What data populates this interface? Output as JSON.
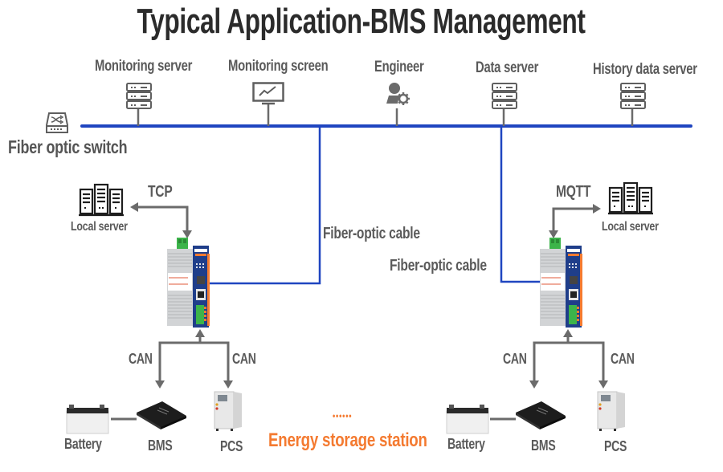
{
  "title": "Typical Application-BMS Management",
  "network": {
    "switch_label": "Fiber optic switch",
    "nodes": [
      {
        "label": "Monitoring server",
        "icon": "server-rack-icon"
      },
      {
        "label": "Monitoring screen",
        "icon": "monitor-chart-icon"
      },
      {
        "label": "Engineer",
        "icon": "engineer-gear-icon"
      },
      {
        "label": "Data server",
        "icon": "server-rack-icon"
      },
      {
        "label": "History data server",
        "icon": "server-rack-icon"
      }
    ],
    "bus_color": "#1f45c0"
  },
  "left_site": {
    "uplink_label": "Fiber-optic cable",
    "protocol": "TCP",
    "local_server_label": "Local server",
    "can_left": "CAN",
    "can_right": "CAN",
    "battery_label": "Battery",
    "bms_label": "BMS",
    "pcs_label": "PCS"
  },
  "right_site": {
    "uplink_label": "Fiber-optic cable",
    "protocol": "MQTT",
    "local_server_label": "Local server",
    "can_left": "CAN",
    "can_right": "CAN",
    "battery_label": "Battery",
    "bms_label": "BMS",
    "pcs_label": "PCS"
  },
  "footer": {
    "dots": "••••••",
    "caption": "Energy storage station",
    "accent_color": "#f47a30"
  }
}
